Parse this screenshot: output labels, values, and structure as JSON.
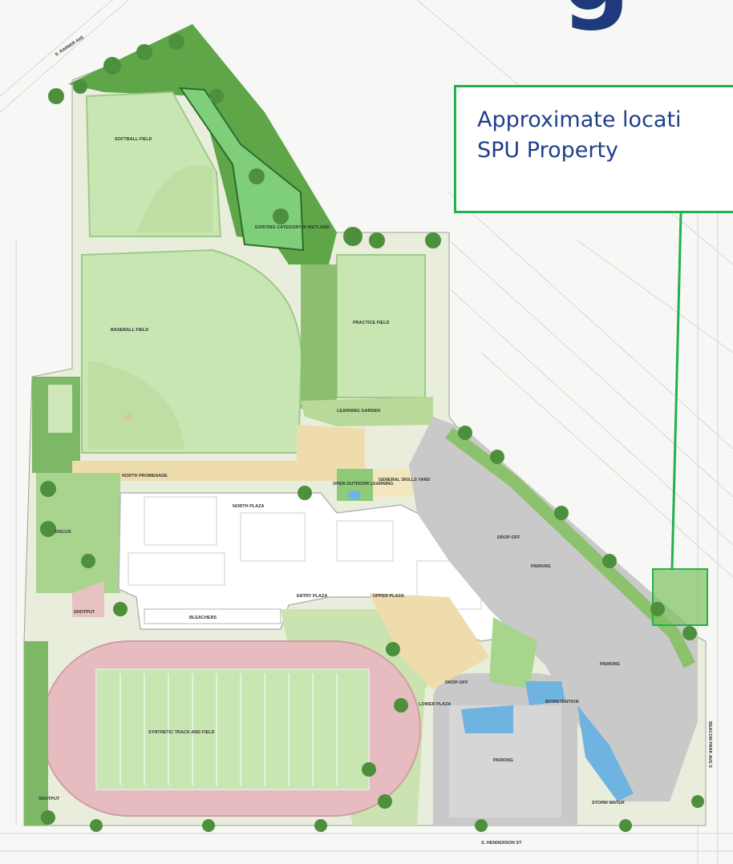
{
  "title_fragment": "g",
  "callout": {
    "line1": "Approximate locati",
    "line2": "SPU Property",
    "border_color": "#22b14c",
    "text_color": "#1f3f8c"
  },
  "labels": {
    "street_top": "S. RAINIER AVE",
    "softball_field": "SOFTBALL FIELD",
    "existing_wetland": "EXISTING CATEGORY III WETLAND",
    "baseball_field": "BASEBALL FIELD",
    "practice_field": "PRACTICE FIELD",
    "learning_garden": "LEARNING GARDEN",
    "north_promenade": "NORTH PROMENADE",
    "north_plaza": "NORTH PLAZA",
    "outdoor_learning": "OPEN OUTDOOR LEARNING",
    "mechanical": "GENERAL SKILLS YARD",
    "entry_plaza": "ENTRY PLAZA",
    "upper_plaza": "UPPER PLAZA",
    "lower_plaza": "LOWER PLAZA",
    "bleachers": "BLEACHERS",
    "track_field": "SYNTHETIC TRACK AND FIELD",
    "drop_off_1": "DROP-OFF",
    "drop_off_2": "DROP-OFF",
    "parking_1": "PARKING",
    "parking_2": "PARKING",
    "parking_3": "PARKING",
    "bioretention": "BIORETENTION",
    "stormwater": "STORM WATER",
    "discus": "DISCUS",
    "shotput_1": "SHOTPUT",
    "shotput_2": "SHOTPUT",
    "street_bottom": "S. HENDERSON ST",
    "street_right": "BEACON PARK AVE S"
  }
}
